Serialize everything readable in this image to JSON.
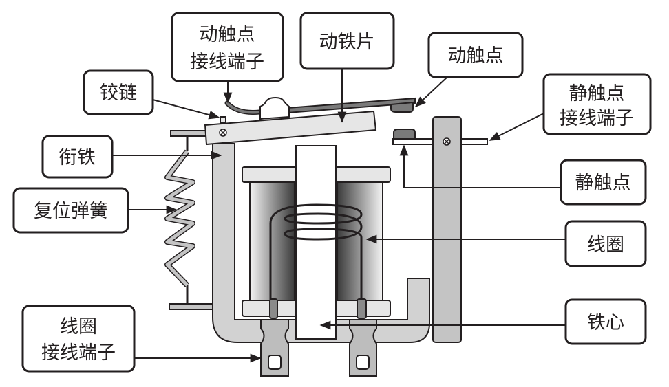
{
  "labels": {
    "moving_contact_terminal": [
      "动触点",
      "接线端子"
    ],
    "moving_iron_piece": "动铁片",
    "moving_contact": "动触点",
    "hinge": "铰链",
    "static_contact_terminal": [
      "静触点",
      "接线端子"
    ],
    "armature": "衔铁",
    "static_contact": "静触点",
    "return_spring": "复位弹簧",
    "coil": "线圈",
    "iron_core": "铁心",
    "coil_terminal": [
      "线圈",
      "接线端子"
    ]
  },
  "colors": {
    "outline": "#231f20",
    "light_gray": "#e6e6e6",
    "mid_gray": "#c4c4c4",
    "dark_gray": "#7a7a7a"
  }
}
